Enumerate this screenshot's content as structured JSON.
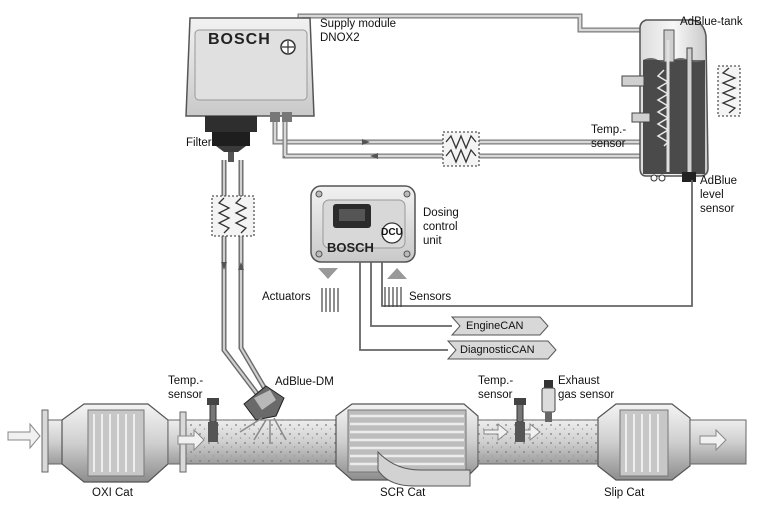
{
  "diagram": {
    "supply_module": {
      "brand": "BOSCH",
      "label_line1": "Supply module",
      "label_line2": "DNOX2",
      "filter_label": "Filter"
    },
    "tank": {
      "label": "AdBlue-tank",
      "temp_sensor_line1": "Temp.-",
      "temp_sensor_line2": "sensor",
      "level_line1": "AdBlue",
      "level_line2": "level",
      "level_line3": "sensor"
    },
    "dcu": {
      "brand": "BOSCH",
      "badge": "DCU",
      "label_line1": "Dosing",
      "label_line2": "control",
      "label_line3": "unit",
      "actuators_label": "Actuators",
      "sensors_label": "Sensors"
    },
    "bus": {
      "engine_can": "EngineCAN",
      "diagnostic_can": "DiagnosticCAN"
    },
    "exhaust": {
      "dosing_module": "AdBlue-DM",
      "temp1_line1": "Temp.-",
      "temp1_line2": "sensor",
      "temp2_line1": "Temp.-",
      "temp2_line2": "sensor",
      "exhaust_gas_line1": "Exhaust",
      "exhaust_gas_line2": "gas sensor",
      "oxi_cat": "OXI Cat",
      "scr_cat": "SCR Cat",
      "slip_cat": "Slip Cat"
    }
  },
  "colors": {
    "pipe": "#9a9a9a",
    "device_light": "#e6e6e6",
    "device_dark": "#3a3a3a",
    "exhaust_body": "#d4d4d4",
    "fluid": "#505050",
    "tag_fill": "#d8d8d8"
  }
}
